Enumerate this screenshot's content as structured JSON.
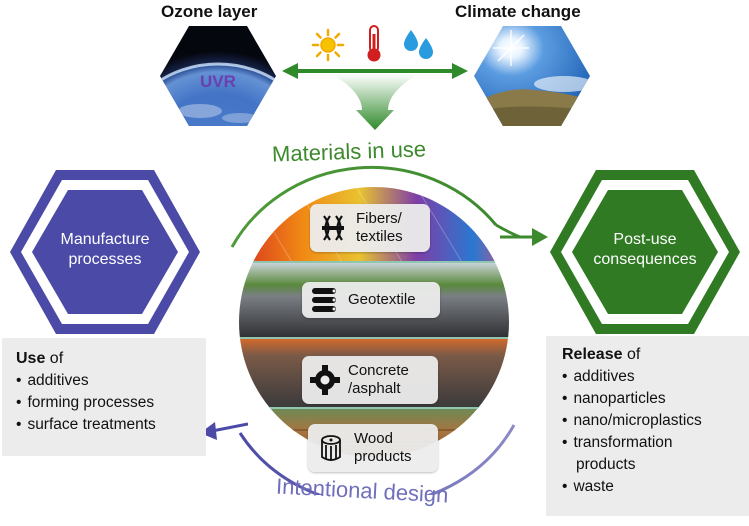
{
  "top": {
    "ozone_label": "Ozone layer",
    "climate_label": "Climate change",
    "uvr_label": "UVR"
  },
  "icons": [
    "sun-icon",
    "thermometer-icon",
    "water-drops-icon"
  ],
  "center": {
    "arc_top_label": "Materials in use",
    "arc_bottom_label": "Intentional design",
    "bands": [
      {
        "label_1": "Fibers/",
        "label_2": "textiles",
        "icon": "fibers-icon"
      },
      {
        "label_1": "Geotextile",
        "label_2": "",
        "icon": "geotextile-rolls-icon"
      },
      {
        "label_1": "Concrete",
        "label_2": "/asphalt",
        "icon": "roundabout-icon"
      },
      {
        "label_1": "Wood",
        "label_2": "products",
        "icon": "log-icon"
      }
    ]
  },
  "left_hex": {
    "line1": "Manufacture",
    "line2": "processes"
  },
  "right_hex": {
    "line1": "Post-use",
    "line2": "consequences"
  },
  "left_panel": {
    "head_bold": "Use",
    "head_rest": " of",
    "items": [
      "additives",
      "forming processes",
      "surface treatments"
    ]
  },
  "right_panel": {
    "head_bold": "Release",
    "head_rest": " of",
    "items": [
      "additives",
      "nanoparticles",
      "nano/microplastics",
      "transformation",
      "products",
      "waste"
    ]
  },
  "colors": {
    "green": "#3d8a2e",
    "dark_green": "#2f7a22",
    "purple": "#4b4aa6",
    "uvr_purple": "#6a3fb0",
    "light_purple": "#8b8bc8"
  }
}
